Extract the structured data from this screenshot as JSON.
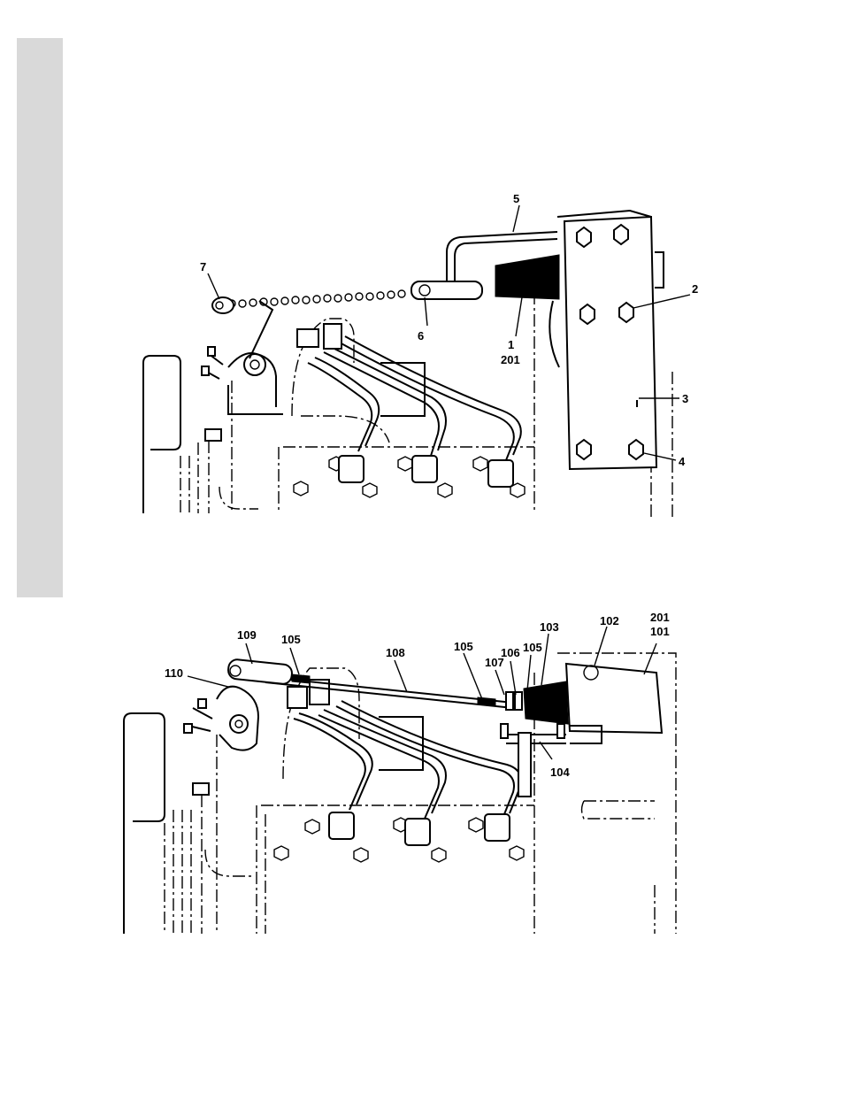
{
  "page": {
    "side_tab_color": "#d9d9d9"
  },
  "figure_top": {
    "callouts": {
      "c5": "5",
      "c7": "7",
      "c2": "2",
      "c6": "6",
      "c1": "1",
      "c201": "201",
      "c3": "3",
      "c4": "4"
    }
  },
  "figure_bottom": {
    "callouts": {
      "c201": "201",
      "c101": "101",
      "c109": "109",
      "c105a": "105",
      "c102": "102",
      "c103": "103",
      "c110": "110",
      "c108": "108",
      "c105b": "105",
      "c106": "106",
      "c105c": "105",
      "c107": "107",
      "c104": "104"
    }
  }
}
